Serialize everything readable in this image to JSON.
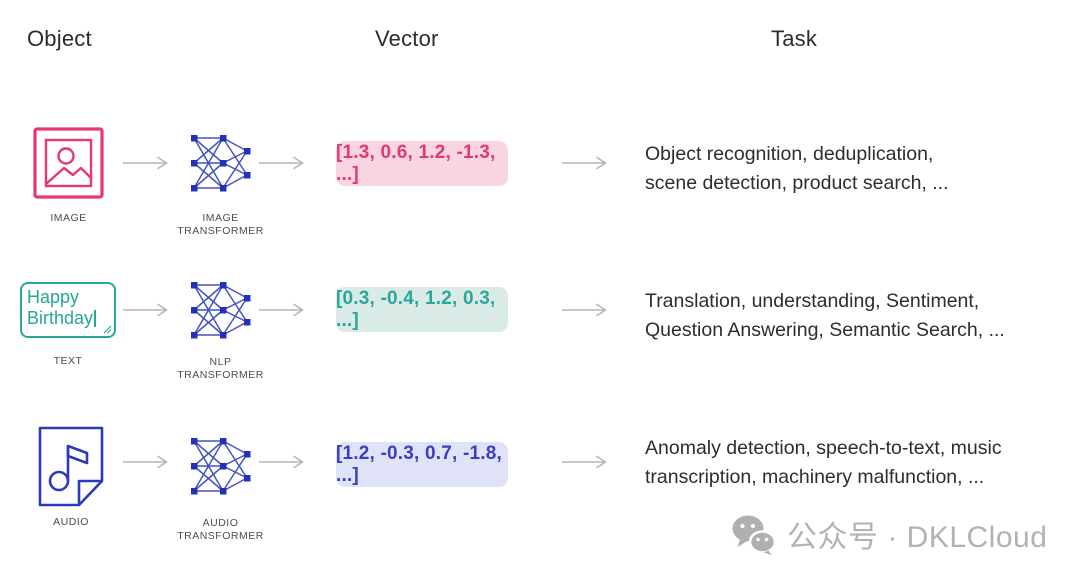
{
  "headers": {
    "object": "Object",
    "vector": "Vector",
    "task": "Task"
  },
  "colors": {
    "image_accent": "#e8376d",
    "image_pill_bg": "#f9d5e1",
    "text_accent": "#2aa79b",
    "text_pill_bg": "#d9eae7",
    "audio_accent": "#2c39b8",
    "audio_pill_bg": "#e0e2f7",
    "network_blue": "#2330b8",
    "arrow_gray": "#b6b6b6",
    "label_gray": "#4d4d4d",
    "task_text": "#2d2d2d",
    "watermark_gray": "#b2b2b2"
  },
  "rows": [
    {
      "object": {
        "icon": "image-icon",
        "label": "IMAGE"
      },
      "transformer": {
        "icon": "neural-network-icon",
        "label": "IMAGE\nTRANSFORMER"
      },
      "vector": {
        "text": "[1.3, 0.6, 1.2, -1.3, ...]",
        "text_color": "#e23a6f",
        "bg_color": "#f9d5e1"
      },
      "task": {
        "text": "Object recognition, deduplication,\nscene detection, product search, ..."
      }
    },
    {
      "object": {
        "icon": "text-box",
        "label": "TEXT",
        "content": "Happy Birthday"
      },
      "transformer": {
        "icon": "neural-network-icon",
        "label": "NLP\nTRANSFORMER"
      },
      "vector": {
        "text": "[0.3, -0.4, 1.2, 0.3, ...]",
        "text_color": "#2aa79b",
        "bg_color": "#d9eae7"
      },
      "task": {
        "text": "Translation, understanding, Sentiment,\nQuestion Answering, Semantic Search, ..."
      }
    },
    {
      "object": {
        "icon": "audio-icon",
        "label": "AUDIO"
      },
      "transformer": {
        "icon": "neural-network-icon",
        "label": "AUDIO\nTRANSFORMER"
      },
      "vector": {
        "text": "[1.2, -0.3, 0.7, -1.8, ...]",
        "text_color": "#3a3fbf",
        "bg_color": "#e0e2f7"
      },
      "task": {
        "text": "Anomaly detection, speech-to-text, music\ntranscription, machinery malfunction, ..."
      }
    }
  ],
  "watermark": {
    "icon": "wechat-icon",
    "text": "公众号 · DKLCloud"
  }
}
